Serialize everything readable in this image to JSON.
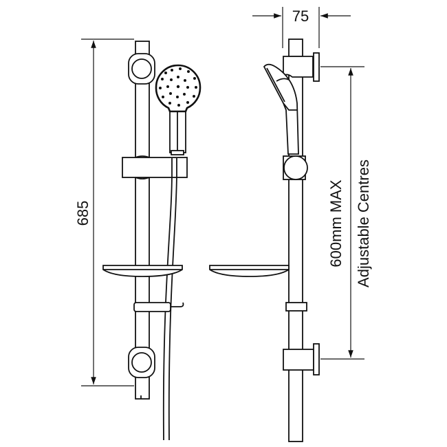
{
  "dimensions": {
    "overall_height": "685",
    "projection": "75",
    "centres_line1": "600mm MAX",
    "centres_line2": "Adjustable Centres"
  },
  "colors": {
    "line": "#111111",
    "background": "#ffffff"
  }
}
